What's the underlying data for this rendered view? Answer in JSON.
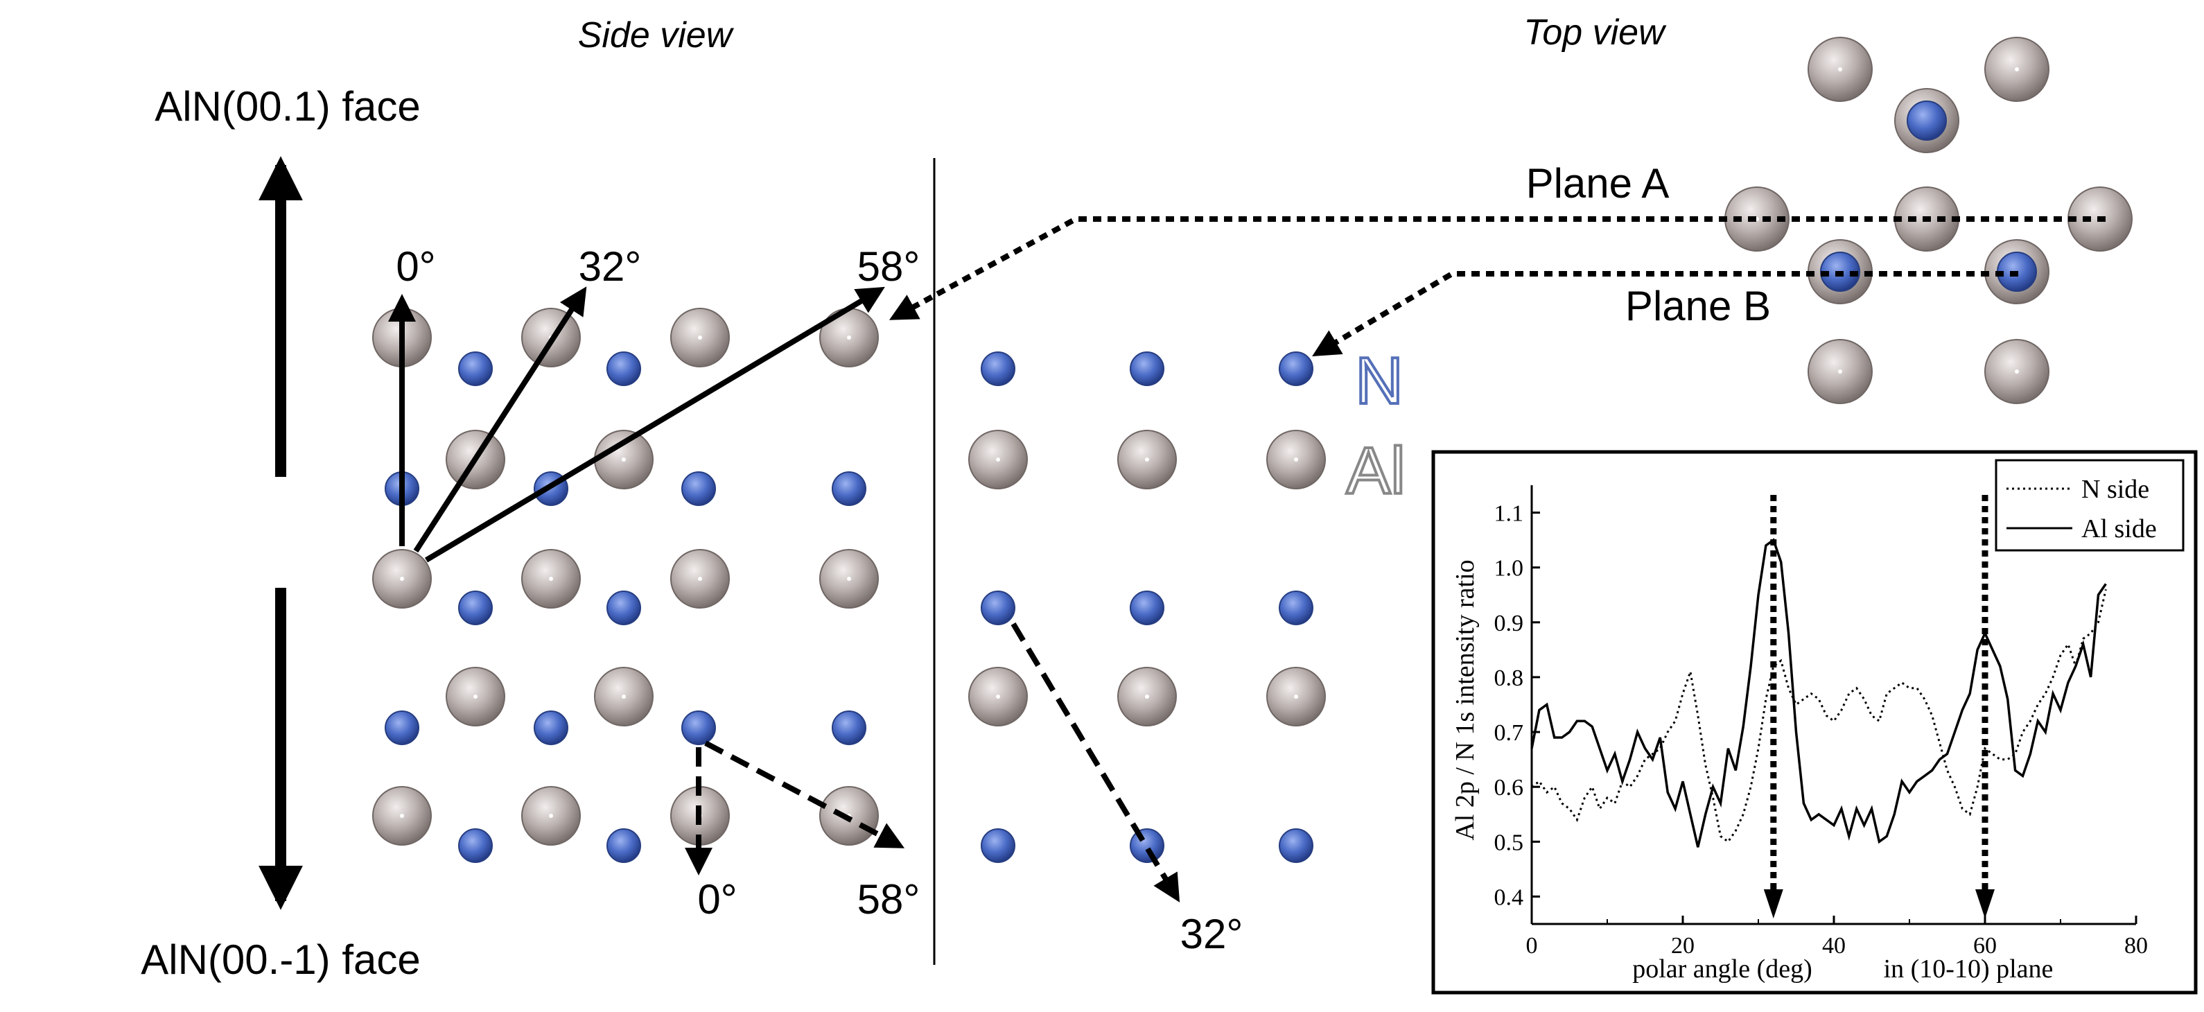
{
  "labels": {
    "side_view": "Side view",
    "top_view": "Top view",
    "face_top": "AlN(00.1) face",
    "face_bottom": "AlN(00.-1) face",
    "plane_a": "Plane A",
    "plane_b": "Plane B",
    "n_label": "N",
    "al_label": "Al"
  },
  "angles": {
    "up_0": "0°",
    "up_32": "32°",
    "up_58": "58°",
    "down_0": "0°",
    "down_58": "58°",
    "down_32": "32°"
  },
  "colors": {
    "al_atom": "#b3aaa8",
    "n_atom": "#4e6fc8",
    "line": "#000000",
    "label_outline_n": "#5570b8",
    "label_outline_al": "#888888"
  },
  "chart_data": {
    "type": "line",
    "xlabel": "polar angle (deg)",
    "xlabel_suffix": "in  (10-10)  plane",
    "ylabel": "Al 2p / N 1s   intensity ratio",
    "xlim": [
      0,
      80
    ],
    "ylim": [
      0.35,
      1.15
    ],
    "xticks": [
      0,
      20,
      40,
      60,
      80
    ],
    "yticks": [
      0.4,
      0.5,
      0.6,
      0.7,
      0.8,
      0.9,
      1.0,
      1.1
    ],
    "legend_position": "top-right",
    "markers": [
      32,
      60
    ],
    "series": [
      {
        "name": "N side",
        "style": "dotted",
        "x": [
          0,
          1,
          2,
          3,
          4,
          5,
          6,
          7,
          8,
          9,
          10,
          11,
          12,
          13,
          14,
          15,
          16,
          17,
          18,
          19,
          20,
          21,
          22,
          23,
          24,
          25,
          26,
          27,
          28,
          29,
          30,
          31,
          32,
          33,
          34,
          35,
          36,
          37,
          38,
          39,
          40,
          41,
          42,
          43,
          44,
          45,
          46,
          47,
          48,
          49,
          50,
          51,
          52,
          53,
          54,
          55,
          56,
          57,
          58,
          59,
          60,
          61,
          62,
          63,
          64,
          65,
          66,
          67,
          68,
          69,
          70,
          71,
          72,
          73,
          74,
          75,
          76
        ],
        "y": [
          0.6,
          0.61,
          0.59,
          0.6,
          0.57,
          0.56,
          0.54,
          0.58,
          0.6,
          0.56,
          0.58,
          0.57,
          0.61,
          0.6,
          0.62,
          0.65,
          0.66,
          0.67,
          0.7,
          0.72,
          0.77,
          0.81,
          0.73,
          0.64,
          0.58,
          0.51,
          0.5,
          0.52,
          0.55,
          0.6,
          0.67,
          0.76,
          0.82,
          0.83,
          0.78,
          0.75,
          0.76,
          0.77,
          0.76,
          0.73,
          0.72,
          0.74,
          0.77,
          0.78,
          0.76,
          0.73,
          0.72,
          0.77,
          0.78,
          0.79,
          0.78,
          0.78,
          0.76,
          0.73,
          0.68,
          0.63,
          0.6,
          0.56,
          0.55,
          0.6,
          0.67,
          0.66,
          0.65,
          0.65,
          0.66,
          0.7,
          0.72,
          0.75,
          0.77,
          0.8,
          0.84,
          0.86,
          0.82,
          0.87,
          0.88,
          0.9,
          0.96
        ]
      },
      {
        "name": "Al side",
        "style": "solid",
        "x": [
          0,
          1,
          2,
          3,
          4,
          5,
          6,
          7,
          8,
          9,
          10,
          11,
          12,
          13,
          14,
          15,
          16,
          17,
          18,
          19,
          20,
          21,
          22,
          23,
          24,
          25,
          26,
          27,
          28,
          29,
          30,
          31,
          32,
          33,
          34,
          35,
          36,
          37,
          38,
          39,
          40,
          41,
          42,
          43,
          44,
          45,
          46,
          47,
          48,
          49,
          50,
          51,
          52,
          53,
          54,
          55,
          56,
          57,
          58,
          59,
          60,
          61,
          62,
          63,
          64,
          65,
          66,
          67,
          68,
          69,
          70,
          71,
          72,
          73,
          74,
          75,
          76
        ],
        "y": [
          0.67,
          0.74,
          0.75,
          0.69,
          0.69,
          0.7,
          0.72,
          0.72,
          0.71,
          0.67,
          0.63,
          0.66,
          0.61,
          0.65,
          0.7,
          0.67,
          0.65,
          0.69,
          0.59,
          0.56,
          0.61,
          0.55,
          0.49,
          0.55,
          0.6,
          0.57,
          0.67,
          0.63,
          0.71,
          0.82,
          0.95,
          1.04,
          1.05,
          1.01,
          0.88,
          0.7,
          0.57,
          0.54,
          0.55,
          0.54,
          0.53,
          0.56,
          0.51,
          0.56,
          0.53,
          0.56,
          0.5,
          0.51,
          0.55,
          0.61,
          0.59,
          0.61,
          0.62,
          0.63,
          0.65,
          0.66,
          0.7,
          0.74,
          0.77,
          0.85,
          0.88,
          0.85,
          0.82,
          0.76,
          0.63,
          0.62,
          0.66,
          0.72,
          0.7,
          0.77,
          0.74,
          0.79,
          0.82,
          0.86,
          0.8,
          0.95,
          0.97
        ]
      }
    ]
  }
}
